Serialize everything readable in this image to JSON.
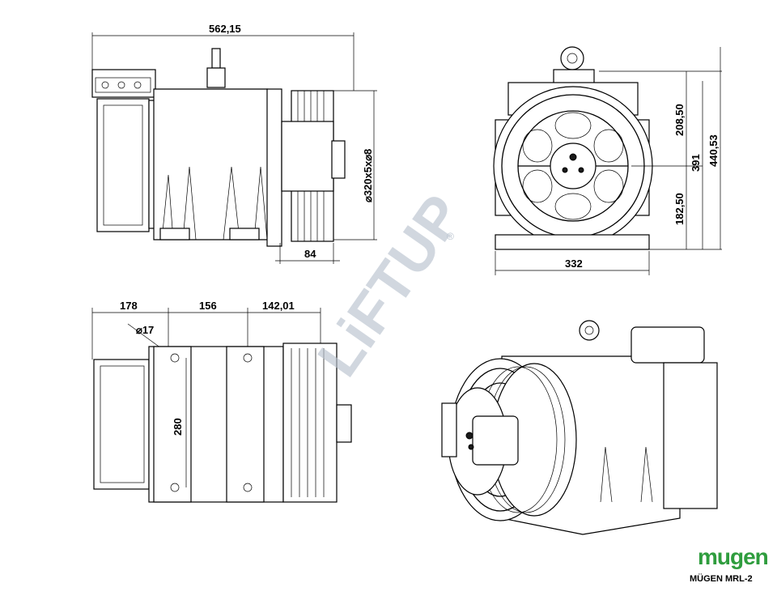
{
  "dimensions": {
    "total_length": "562,15",
    "sheave": "⌀320x5x⌀8",
    "sheave_width": "84",
    "width": "332",
    "upper_height": "208,50",
    "lower_height": "182,50",
    "center_height": "391",
    "total_height": "440,53",
    "foot_a": "178",
    "foot_b": "156",
    "foot_c": "142,01",
    "hole": "⌀17",
    "foot_span": "280"
  },
  "watermark": "LiFTUP",
  "watermark_mark": "®",
  "brand": {
    "logo_text": "mugen",
    "model": "MÜGEN MRL-2",
    "logo_color": "#2f9d3e",
    "watermark_color": "#b9c3cf"
  }
}
